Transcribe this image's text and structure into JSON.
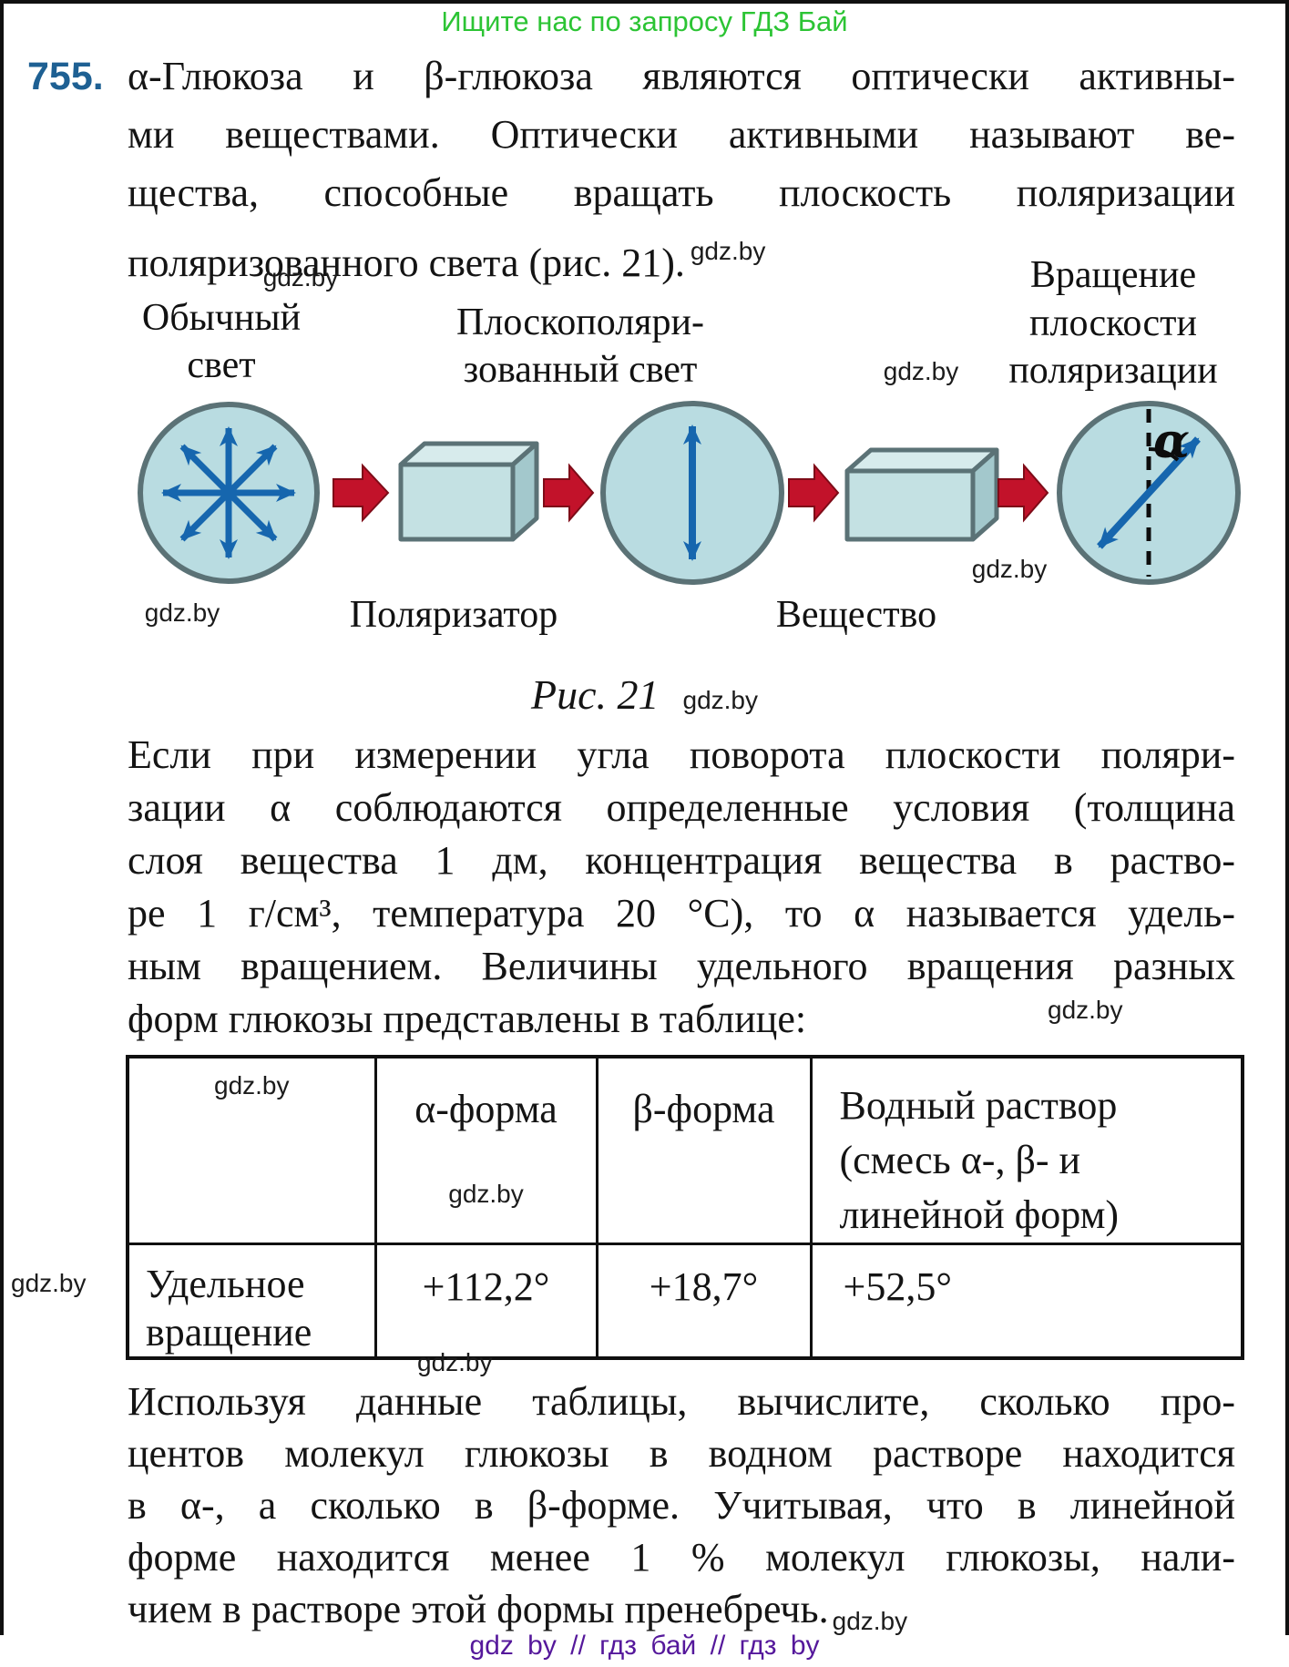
{
  "banner_text": "Ищите нас по запросу ГДЗ Бай",
  "problem_number": "755.",
  "watermark_text": "gdz.by",
  "paragraph1": {
    "lines": [
      "α-Глюкоза и β-глюкоза являются оптически активны-",
      "ми веществами. Оптически активными называют ве-",
      "щества, способные вращать плоскость поляризации",
      "поляризованного света (рис. 21)."
    ]
  },
  "figure": {
    "label_ordinary_1": "Обычный",
    "label_ordinary_2": "свет",
    "label_plane_1": "Плоскополяри-",
    "label_plane_2": "зованный свет",
    "label_rotation_1": "Вращение",
    "label_rotation_2": "плоскости",
    "label_rotation_3": "поляризации",
    "label_polarizer": "Поляризатор",
    "label_substance": "Вещество",
    "alpha_symbol": "α",
    "caption": "Рис. 21"
  },
  "paragraph2": {
    "lines": [
      "Если при измерении угла поворота плоскости поляри-",
      "зации α соблюдаются определенные условия (толщина",
      "слоя вещества 1 дм, концентрация вещества в раство-",
      "ре 1 г/см³, температура 20 °С), то α называется удель-",
      "ным вращением. Величины удельного вращения разных",
      "форм глюкозы представлены в таблице:"
    ]
  },
  "table": {
    "col2_header": "α-форма",
    "col3_header": "β-форма",
    "col4_header_lines": [
      "Водный раствор",
      "(смесь α-, β- и",
      "линейной форм)"
    ],
    "row_label": "Удельное вращение",
    "values": [
      "+112,2°",
      "+18,7°",
      "+52,5°"
    ]
  },
  "paragraph3": {
    "lines": [
      "Используя данные таблицы, вычислите, сколько про-",
      "центов молекул глюкозы в водном растворе находится",
      "в α-, а сколько в β-форме. Учитывая, что в линейной",
      "форме находится менее 1 % молекул глюкозы, нали-",
      "чием в растворе этой формы пренебречь."
    ]
  },
  "footer_text": "gdz by // гдз бай // гдз by",
  "colors": {
    "banner_green": "#2cc434",
    "problem_blue": "#1e6093",
    "footer_purple": "#55189b",
    "arrow_red": "#c2122a",
    "arrow_blue": "#1666ae",
    "shape_fill": "#b9dce1",
    "shape_stroke": "#5b7276"
  }
}
